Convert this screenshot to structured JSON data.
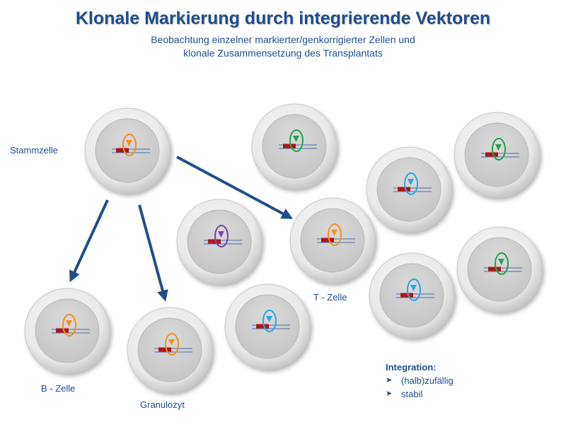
{
  "title": "Klonale Markierung durch integrierende Vektoren",
  "subtitle_line1": "Beobachtung einzelner markierter/genkorrigierter Zellen und",
  "subtitle_line2": "klonale Zusammensetzung des Transplantats",
  "labels": {
    "stem": "Stammzelle",
    "bcell": "B - Zelle",
    "granulo": "Granulozyt",
    "tcell": "T - Zelle"
  },
  "integration": {
    "heading": "Integration:",
    "items": [
      "(halb)zufällig",
      "stabil"
    ]
  },
  "colors": {
    "text": "#1f4e8c",
    "arrow": "#1f4e8c",
    "insert": "#b01515",
    "dna_line": "#4a6fb0",
    "orange": "#f0901e",
    "green": "#22a34a",
    "blue": "#29a8e0",
    "purple": "#7a3fa8"
  },
  "cells": [
    {
      "name": "stem",
      "color": "orange"
    },
    {
      "name": "bcell",
      "color": "orange"
    },
    {
      "name": "granulo",
      "color": "orange"
    },
    {
      "name": "tcell-main",
      "color": "orange"
    },
    {
      "name": "purple",
      "color": "purple"
    },
    {
      "name": "green-top",
      "color": "green"
    },
    {
      "name": "blue-bottom",
      "color": "blue"
    },
    {
      "name": "blue-mid",
      "color": "blue"
    },
    {
      "name": "green-right",
      "color": "green"
    },
    {
      "name": "blue-lower",
      "color": "blue"
    },
    {
      "name": "green-lower",
      "color": "green"
    }
  ]
}
